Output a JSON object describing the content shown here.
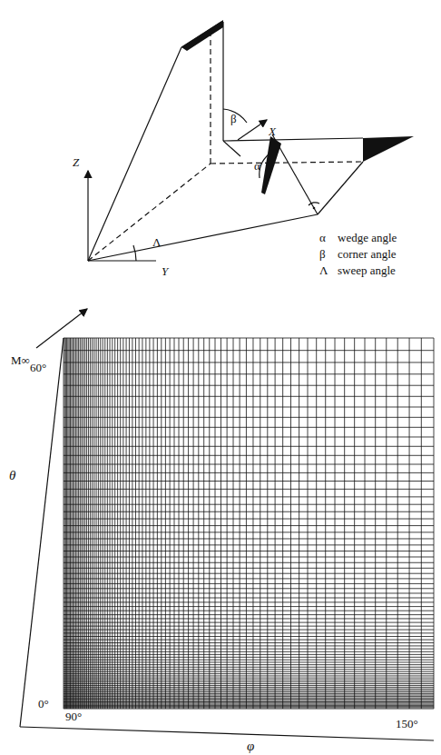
{
  "diagram": {
    "labels": [
      "Z",
      "X",
      "β",
      "α",
      "Y",
      "Λ",
      "α",
      "wedge angle",
      "β",
      "corner angle",
      "Λ",
      "sweep angle",
      "M∞",
      "60°",
      "θ",
      "0°",
      "90°",
      "150°",
      "φ"
    ]
  }
}
